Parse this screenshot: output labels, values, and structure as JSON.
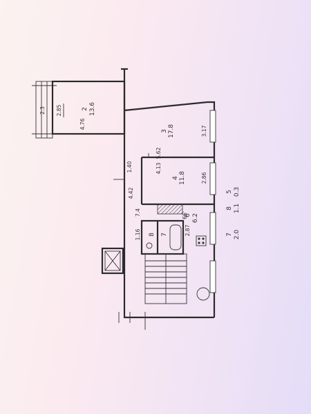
{
  "rooms": [
    {
      "number": "2",
      "area": "13.6"
    },
    {
      "number": "3",
      "area": "17.8"
    },
    {
      "number": "4",
      "area": "11.8"
    },
    {
      "number": "5",
      "area": "0.3"
    },
    {
      "number": "6",
      "area": "6.2"
    },
    {
      "number": "7",
      "area": "2.0"
    },
    {
      "number": "8",
      "area": "1.1"
    }
  ],
  "room_number_8_small": "8",
  "room_number_7_small": "7",
  "dimensions": {
    "balcony_width": "2.3",
    "balcony_depth": "2.85",
    "room2_length": "4.76",
    "room3_depth": "3.17",
    "room3_length": "5.62",
    "room4_length": "4.13",
    "room4_depth": "2.86",
    "corridor_width": "1.40",
    "corridor_length": "4.42",
    "hall_length": "7.4",
    "hall_width": "1.16",
    "kitchen_length": "2.87",
    "room6_area_note": "66'"
  }
}
